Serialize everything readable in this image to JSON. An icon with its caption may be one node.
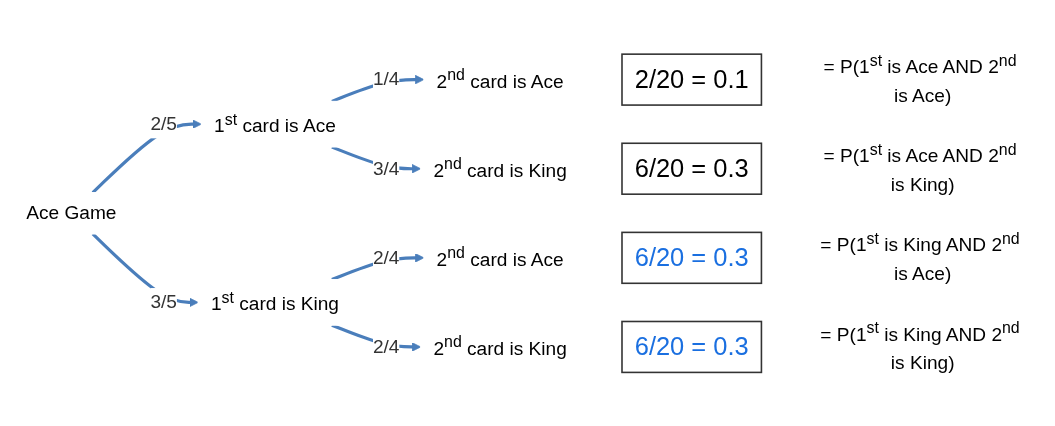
{
  "diagram": {
    "nodes": [
      {
        "text": [
          "Ace Game"
        ]
      },
      {
        "text": [
          "1$^{st}$ card is Ace"
        ]
      },
      {
        "text": [
          "1$^{st}$ card is King"
        ]
      },
      {
        "text": [
          "2$^{nd}$ card is Ace"
        ]
      },
      {
        "text": [
          "2$^{nd}$ card is King"
        ]
      },
      {
        "text": [
          "2$^{nd}$ card is Ace"
        ]
      },
      {
        "text": [
          "2$^{nd}$ card is King"
        ]
      },
      {
        "text": [
          "2/20 = 0.1"
        ],
        "beside": [
          "= P(1$^{st}$ is Ace AND 2$^{nd}$ is Ace)"
        ]
      },
      {
        "text": [
          "6/20 = 0.3"
        ],
        "beside": [
          "= P(1$^{st}$ is Ace AND 2$^{nd}$ is King)"
        ]
      },
      {
        "text": [
          "6/20 = 0.3"
        ],
        "beside": [
          "= P(1$^{st}$ is King AND 2$^{nd}$ is Ace)"
        ]
      },
      {
        "text": [
          "6/20 = 0.3"
        ],
        "beside": [
          "= P(1$^{st}$ is King AND 2$^{nd}$ is King)"
        ]
      }
    ],
    "edges": [
      {
        "from": 0,
        "to": 1,
        "arrow": "to",
        "label": "2/5"
      },
      {
        "from": 0,
        "to": 2,
        "arrow": "to",
        "label": "3/5"
      },
      {
        "from": 1,
        "to": 3,
        "arrow": "to",
        "label": "1/4"
      },
      {
        "from": 1,
        "to": 4,
        "arrow": "to",
        "label": "3/4"
      },
      {
        "from": 2,
        "to": 5,
        "arrow": "to",
        "label": "2/4"
      },
      {
        "from": 2,
        "to": 6,
        "arrow": "to",
        "label": "2/4"
      }
    ]
  }
}
